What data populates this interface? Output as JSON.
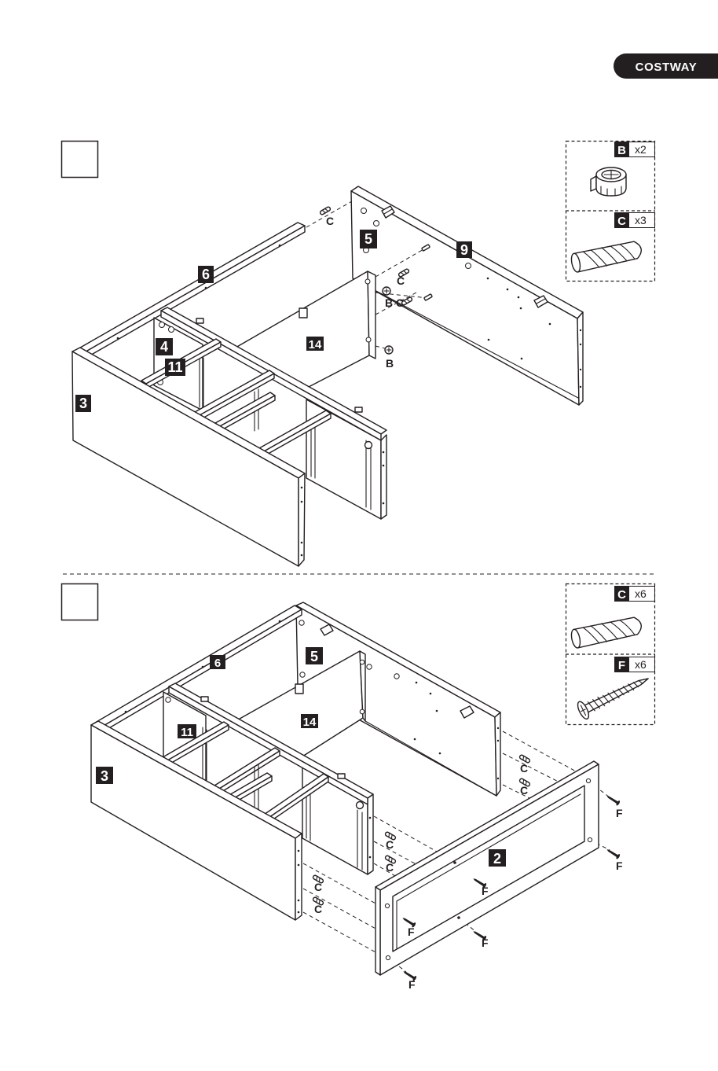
{
  "brand": {
    "name": "COSTWAY"
  },
  "colors": {
    "ink": "#231f20",
    "paper": "#ffffff"
  },
  "steps": [
    {
      "parts": [
        "6",
        "5",
        "9",
        "4",
        "11",
        "3",
        "14"
      ],
      "callouts": [
        "C",
        "C",
        "B",
        "C",
        "B"
      ],
      "hardware": [
        {
          "letter": "B",
          "qty": "x2",
          "icon": "cam-lock-icon"
        },
        {
          "letter": "C",
          "qty": "x3",
          "icon": "wood-dowel-icon"
        }
      ]
    },
    {
      "parts": [
        "6",
        "5",
        "14",
        "11",
        "3",
        "2"
      ],
      "callouts": [
        "C",
        "C",
        "C",
        "C",
        "C",
        "C",
        "F",
        "F",
        "F",
        "F",
        "F",
        "F"
      ],
      "hardware": [
        {
          "letter": "C",
          "qty": "x6",
          "icon": "wood-dowel-icon"
        },
        {
          "letter": "F",
          "qty": "x6",
          "icon": "screw-icon"
        }
      ]
    }
  ]
}
